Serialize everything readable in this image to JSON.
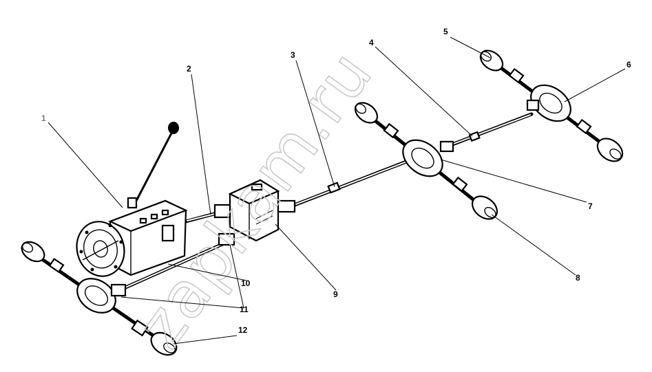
{
  "watermark": "zapkam.ru",
  "callouts": [
    {
      "id": "1",
      "label": "1"
    },
    {
      "id": "2",
      "label": "2"
    },
    {
      "id": "3",
      "label": "3"
    },
    {
      "id": "4",
      "label": "4"
    },
    {
      "id": "5",
      "label": "5"
    },
    {
      "id": "6",
      "label": "6"
    },
    {
      "id": "7",
      "label": "7"
    },
    {
      "id": "8",
      "label": "8"
    },
    {
      "id": "9",
      "label": "9"
    },
    {
      "id": "10",
      "label": "10"
    },
    {
      "id": "11",
      "label": "11"
    },
    {
      "id": "12",
      "label": "12"
    }
  ],
  "colors": {
    "ink": "#000000",
    "paper": "#ffffff",
    "watermark": "#c9c9c9",
    "label1": "#777777"
  }
}
